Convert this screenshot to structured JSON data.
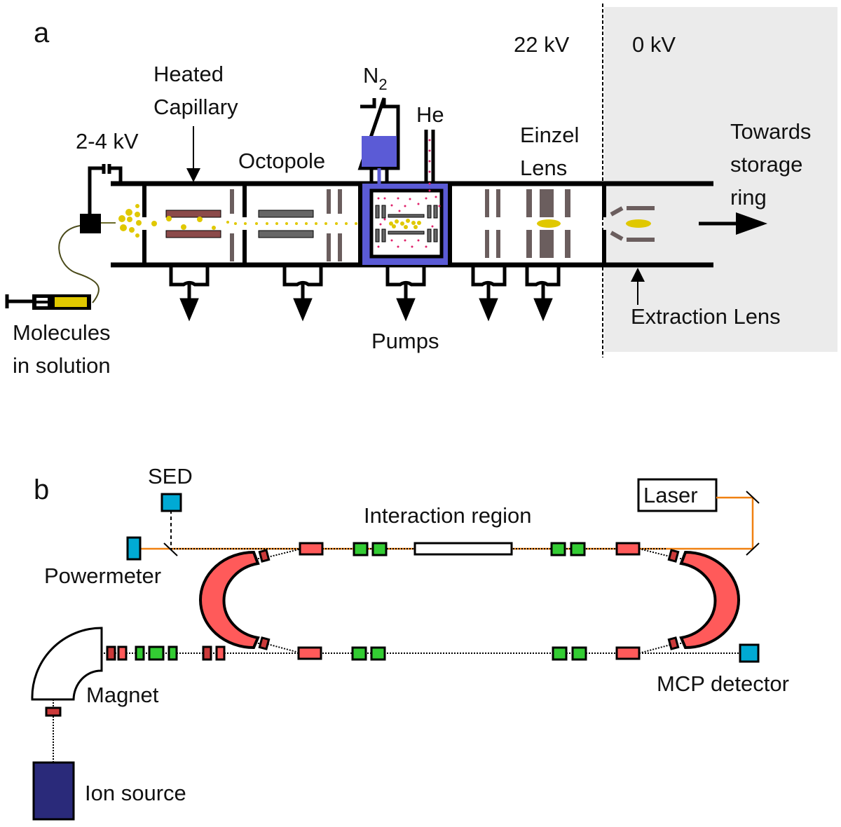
{
  "figure": {
    "panel_a": {
      "panel_label": "a",
      "labels": {
        "voltage_source": "2-4 kV",
        "heated_capillary_line1": "Heated",
        "heated_capillary_line2": "Capillary",
        "octopole": "Octopole",
        "n2": "N",
        "n2_subscript": "2",
        "he": "He",
        "einzel_line1": "Einzel",
        "einzel_line2": "Lens",
        "high_voltage": "22 kV",
        "ground_voltage": "0 kV",
        "towards_line1": "Towards",
        "towards_line2": "storage",
        "towards_line3": "ring",
        "extraction_lens": "Extraction Lens",
        "pumps": "Pumps",
        "molecules_line1": "Molecules",
        "molecules_line2": "in solution"
      },
      "colors": {
        "ion_beam": "#e0c800",
        "capillary": "#8b4a4a",
        "octopole_rods": "#666666",
        "lens_plates": "#6b5e5e",
        "trap_housing": "#5b5bd6",
        "helium": "#e0206a",
        "ground_region_bg": "#ebebeb"
      }
    },
    "panel_b": {
      "panel_label": "b",
      "labels": {
        "sed": "SED",
        "laser": "Laser",
        "interaction_region": "Interaction region",
        "powermeter": "Powermeter",
        "magnet": "Magnet",
        "mcp_detector": "MCP detector",
        "ion_source": "Ion source"
      },
      "colors": {
        "laser_beam": "#f08010",
        "dipole": "#ff5a5a",
        "deflector": "#cc3a3a",
        "quadrupole": "#33cc33",
        "detector": "#00aad4",
        "ion_source": "#2a2a7a"
      }
    }
  }
}
